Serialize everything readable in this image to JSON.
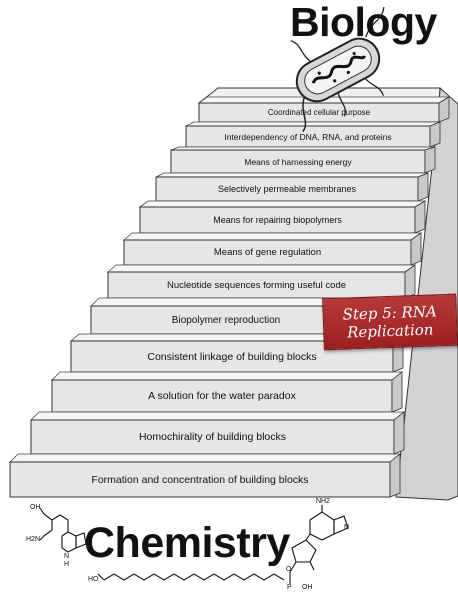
{
  "titles": {
    "top": "Biology",
    "bottom": "Chemistry"
  },
  "steps": [
    "Formation and concentration of building blocks",
    "Homochirality of building blocks",
    "A solution for the water paradox",
    "Consistent linkage of building blocks",
    "Biopolymer reproduction",
    "Nucleotide sequences forming useful code",
    "Means of gene regulation",
    "Means for repairing biopolymers",
    "Selectively permeable membranes",
    "Means of harnessing energy",
    "Interdependency of DNA, RNA, and proteins",
    "Coordinated cellular purpose"
  ],
  "callout": {
    "line1": "Step 5: RNA",
    "line2": "Replication",
    "color": "#a82a2c"
  },
  "molecule_labels": {
    "amino_oh": "OH",
    "amino_nh2": "H2N",
    "indole_nh": "N",
    "indole_h": "H",
    "adenine_nh2": "NH2",
    "adenine_n": "N",
    "phosphate_o": "O",
    "phosphate_p": "P",
    "phosphate_oh": "OH",
    "fatty_acid": "HO"
  },
  "icons": {
    "bacterium": "bacterium-icon"
  }
}
